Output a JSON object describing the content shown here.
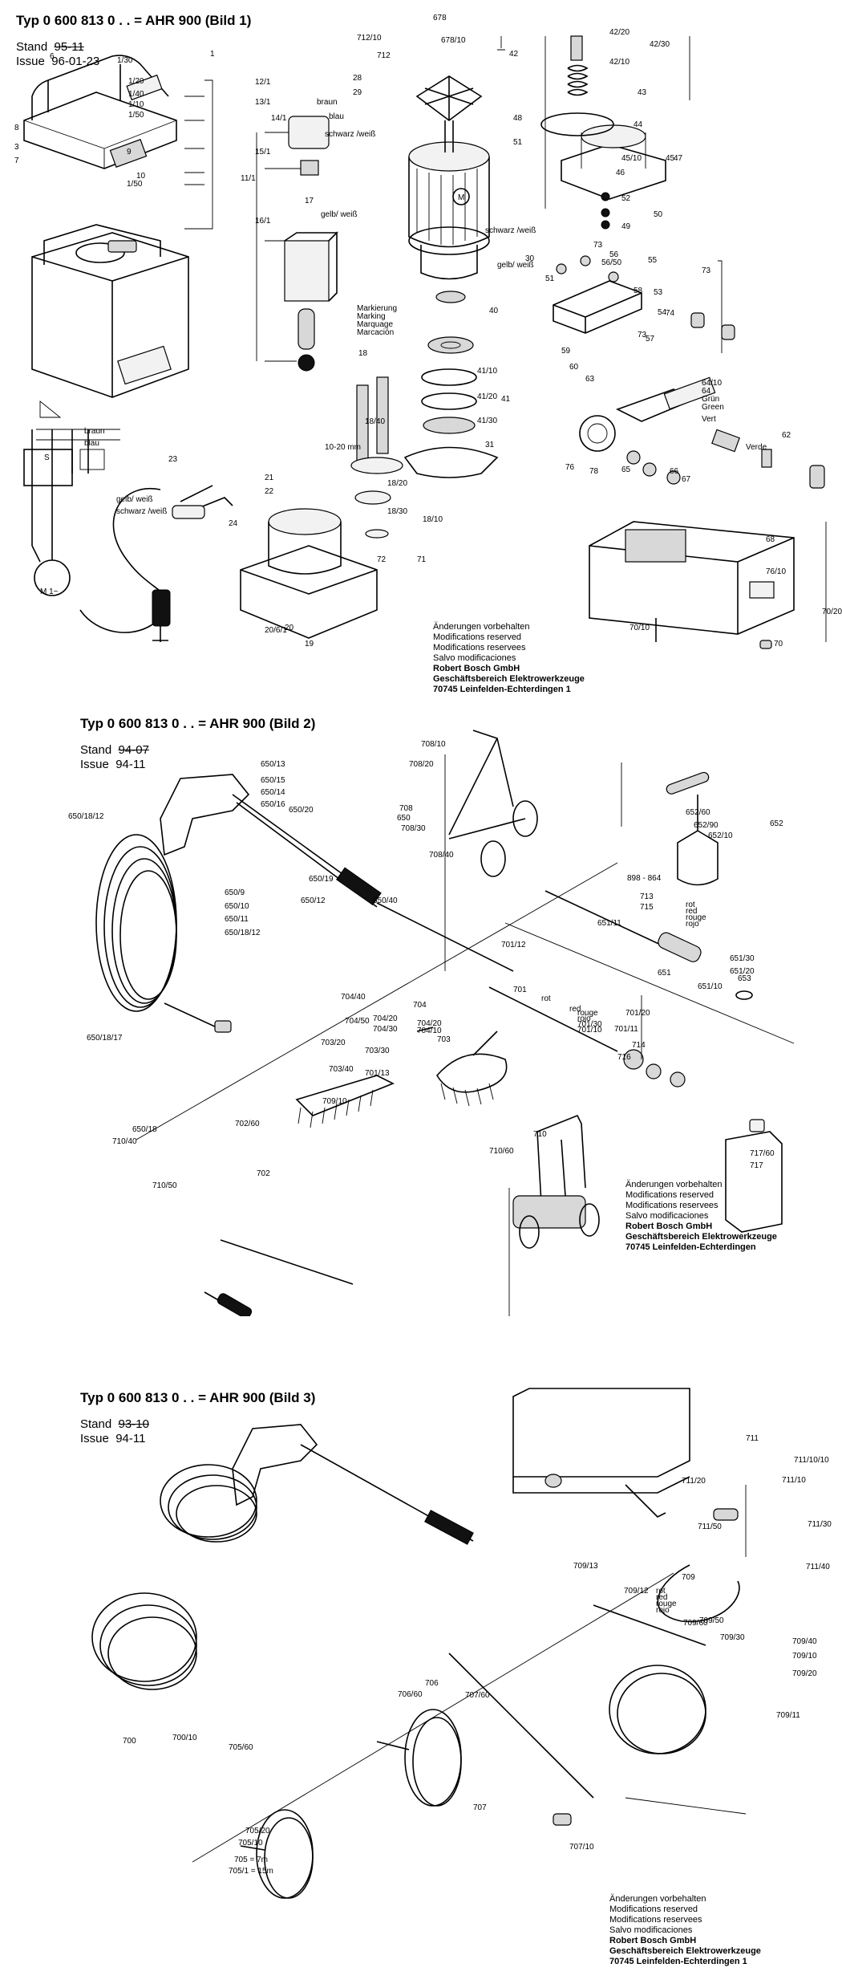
{
  "sheets": [
    {
      "header": "Typ  0 600 813 0 . . = AHR 900 (Bild 1)",
      "stand_label": "Stand",
      "stand_old": "95-11",
      "issue_label": "Issue",
      "issue": "96-01-23",
      "notice": [
        "Änderungen vorbehalten",
        "Modifications reserved",
        "Modifications reservees",
        "Salvo modificaciones",
        "Robert Bosch GmbH",
        "Geschäftsbereich Elektrowerkzeuge",
        "70745 Leinfelden-Echterdingen 1"
      ],
      "labels": [
        "6",
        "1/30",
        "1",
        "1/20",
        "1/40",
        "1/10",
        "1/50",
        "8",
        "3",
        "9",
        "1/50",
        "7",
        "10",
        "12/1",
        "13/1",
        "14/1",
        "15/1",
        "11/1",
        "16/1",
        "17",
        "braun",
        "blau",
        "schwarz /weiß",
        "gelb/ weiß",
        "678",
        "712/10",
        "678/10",
        "712",
        "28",
        "29",
        "18",
        "18/40",
        "10-20 mm",
        "18/20",
        "18/30",
        "18/10",
        "19",
        "20",
        "20/6/1",
        "21",
        "22",
        "23",
        "24",
        "braun",
        "blau",
        "gelb/ weiß",
        "schwarz /weiß",
        "M 1~",
        "S",
        "30",
        "40",
        "41/10",
        "41/20",
        "41/30",
        "41",
        "31",
        "schwarz /weiß",
        "gelb/ weiß",
        "Markierung",
        "Marking",
        "Marquage",
        "Marcación",
        "42",
        "42/20",
        "42/30",
        "42/10",
        "43",
        "44",
        "45/10",
        "45",
        "46",
        "47",
        "48",
        "51",
        "52",
        "49",
        "50",
        "73",
        "56",
        "56/50",
        "55",
        "73",
        "58",
        "53",
        "54",
        "74",
        "51",
        "73",
        "57",
        "59",
        "60",
        "63",
        "64/10",
        "64",
        "Grün",
        "Green",
        "Vert",
        "Verde",
        "62",
        "76",
        "78",
        "65",
        "66",
        "67",
        "68",
        "76/10",
        "70/20",
        "70/10",
        "70",
        "72",
        "71"
      ]
    },
    {
      "header": "Typ  0 600 813 0 . . = AHR 900 (Bild 2)",
      "stand_label": "Stand",
      "stand_old": "94-07",
      "issue_label": "Issue",
      "issue": "94-11",
      "notice": [
        "Änderungen vorbehalten",
        "Modifications reserved",
        "Modifications reservees",
        "Salvo modificaciones",
        "Robert Bosch GmbH",
        "Geschäftsbereich Elektrowerkzeuge",
        "70745 Leinfelden-Echterdingen"
      ],
      "labels": [
        "650/13",
        "650/15",
        "650/14",
        "650/16",
        "650/20",
        "650",
        "650/40",
        "650/12",
        "650/19",
        "650/9",
        "650/10",
        "650/11",
        "650/18/12",
        "650/18/12",
        "650/18/17",
        "650/18",
        "708/10",
        "708/20",
        "708",
        "708/30",
        "708/40",
        "652/60",
        "652/90",
        "652",
        "652/10",
        "898 - 864",
        "713",
        "715",
        "rot",
        "red",
        "rouge",
        "rojo",
        "651/11",
        "651",
        "651/30",
        "651/20",
        "651/10",
        "653",
        "704/40",
        "704",
        "704/50",
        "704/20",
        "704/30",
        "704/20",
        "704/10",
        "703",
        "703/30",
        "703/40",
        "703/20",
        "709/10",
        "701/13",
        "701/12",
        "701",
        "rot",
        "red",
        "rouge",
        "rojo",
        "701/30",
        "701/10",
        "701/11",
        "701/20",
        "714",
        "716",
        "717/60",
        "717",
        "702/60",
        "702",
        "710/40",
        "710/50",
        "710",
        "710/60"
      ]
    },
    {
      "header": "Typ  0 600 813 0 . . = AHR 900 (Bild 3)",
      "stand_label": "Stand",
      "stand_old": "93-10",
      "issue_label": "Issue",
      "issue": "94-11",
      "notice": [
        "Änderungen vorbehalten",
        "Modifications reserved",
        "Modifications reservees",
        "Salvo modificaciones",
        "Robert Bosch GmbH",
        "Geschäftsbereich Elektrowerkzeuge",
        "70745 Leinfelden-Echterdingen 1"
      ],
      "labels": [
        "711",
        "711/10/10",
        "711/20",
        "711/10",
        "711/50",
        "711/30",
        "711/40",
        "709/13",
        "709/12",
        "rot",
        "red",
        "rouge",
        "rojo",
        "709",
        "709/60",
        "709/50",
        "709/30",
        "709/40",
        "709/10",
        "709/20",
        "709/11",
        "700",
        "700/10",
        "706",
        "706/60",
        "707/60",
        "707",
        "707/10",
        "705/60",
        "705/20",
        "705/10",
        "705 = 7m",
        "705/1 = 15m"
      ]
    }
  ]
}
